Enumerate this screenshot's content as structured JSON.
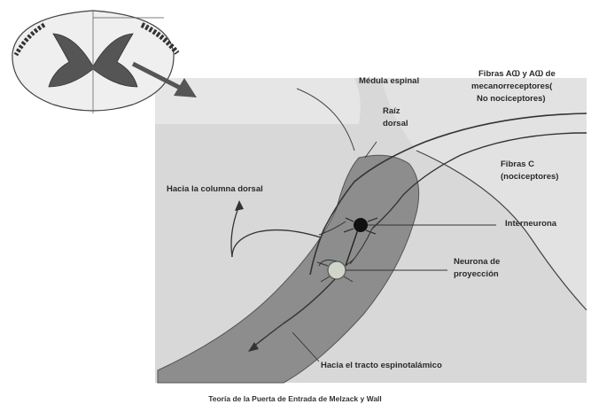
{
  "labels": {
    "medula_espinal": "Médula espinal",
    "raiz_dorsal_1": "Raíz",
    "raiz_dorsal_2": "dorsal",
    "fibras_a_1": "Fibras AⲰ y AⲰ de",
    "fibras_a_2": "mecanorreceptores(",
    "fibras_a_3": "No nociceptores)",
    "fibras_c_1": "Fibras C",
    "fibras_c_2": "(nociceptores)",
    "columna_dorsal": "Hacia la columna dorsal",
    "interneurona": "Interneurona",
    "neurona_1": "Neurona de",
    "neurona_2": "proyección",
    "tracto": "Hacia el tracto espinotalámico"
  },
  "caption": "Teoría de la Puerta de Entrada de Melzack y Wall",
  "colors": {
    "background_panel": "#d7d7d7",
    "dorsal_horn": "#8c8c8c",
    "line": "#3a3a3a"
  }
}
